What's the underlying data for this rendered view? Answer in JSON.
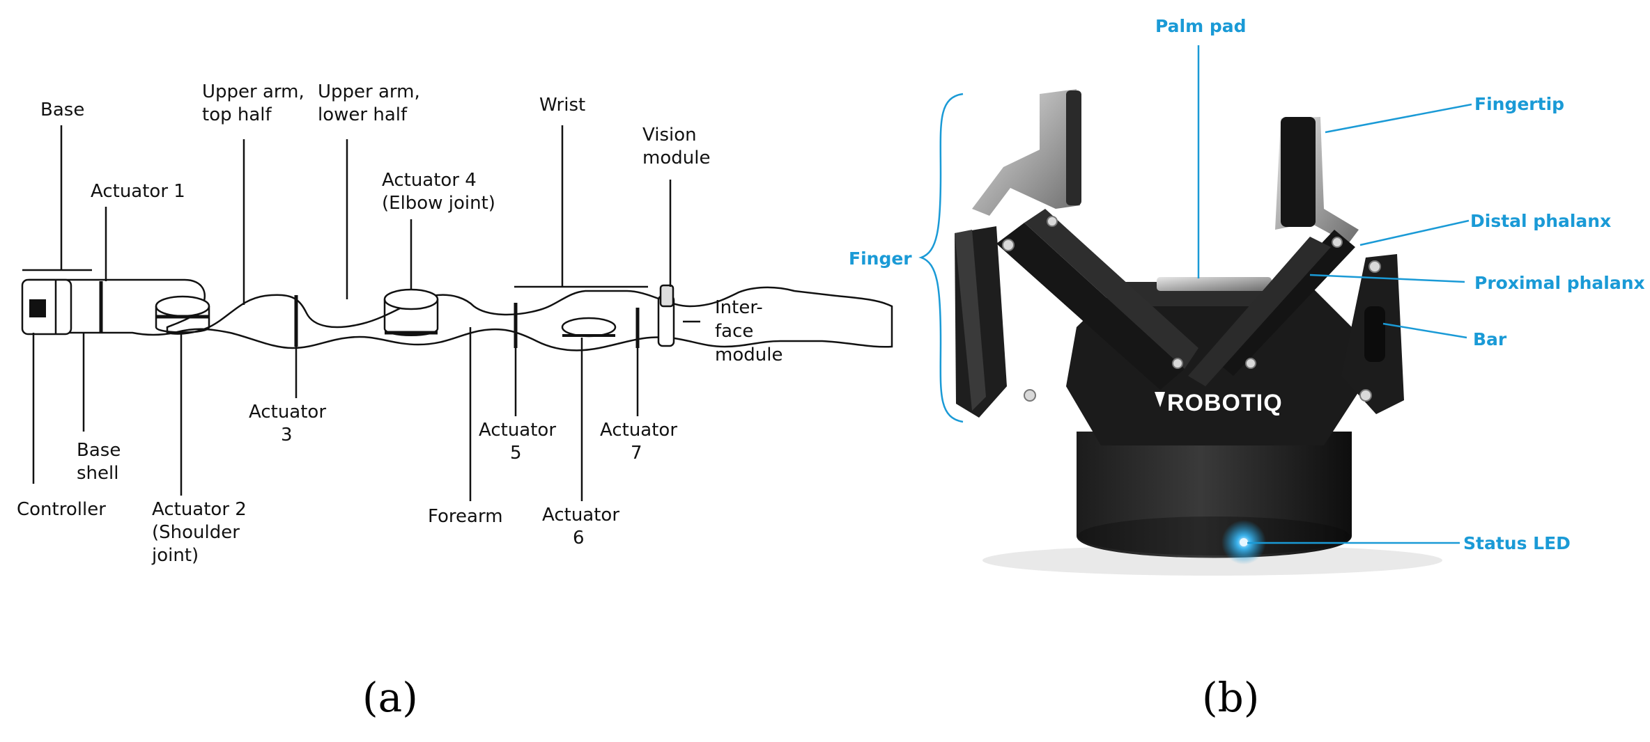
{
  "panel_a": {
    "caption": "(a)",
    "labels": {
      "base": "Base",
      "actuator1": "Actuator 1",
      "upper_arm_top_1": "Upper arm,",
      "upper_arm_top_2": "top half",
      "upper_arm_lower_1": "Upper arm,",
      "upper_arm_lower_2": "lower half",
      "wrist": "Wrist",
      "vision_1": "Vision",
      "vision_2": "module",
      "actuator4_1": "Actuator 4",
      "actuator4_2": "(Elbow joint)",
      "interface_1": "Inter-",
      "interface_2": "face",
      "interface_3": "module",
      "actuator3_1": "Actuator",
      "actuator3_2": "3",
      "actuator5_1": "Actuator",
      "actuator5_2": "5",
      "actuator7_1": "Actuator",
      "actuator7_2": "7",
      "base_shell_1": "Base",
      "base_shell_2": "shell",
      "controller": "Controller",
      "actuator2_1": "Actuator 2",
      "actuator2_2": "(Shoulder",
      "actuator2_3": "joint)",
      "forearm": "Forearm",
      "actuator6_1": "Actuator",
      "actuator6_2": "6"
    }
  },
  "panel_b": {
    "caption": "(b)",
    "brand": "ROBOTIQ",
    "accent_color": "#1a9ad6",
    "labels": {
      "palm_pad": "Palm pad",
      "fingertip": "Fingertip",
      "distal_phalanx": "Distal phalanx",
      "finger": "Finger",
      "proximal_phalanx": "Proximal phalanx",
      "bar": "Bar",
      "status_led": "Status LED"
    }
  }
}
